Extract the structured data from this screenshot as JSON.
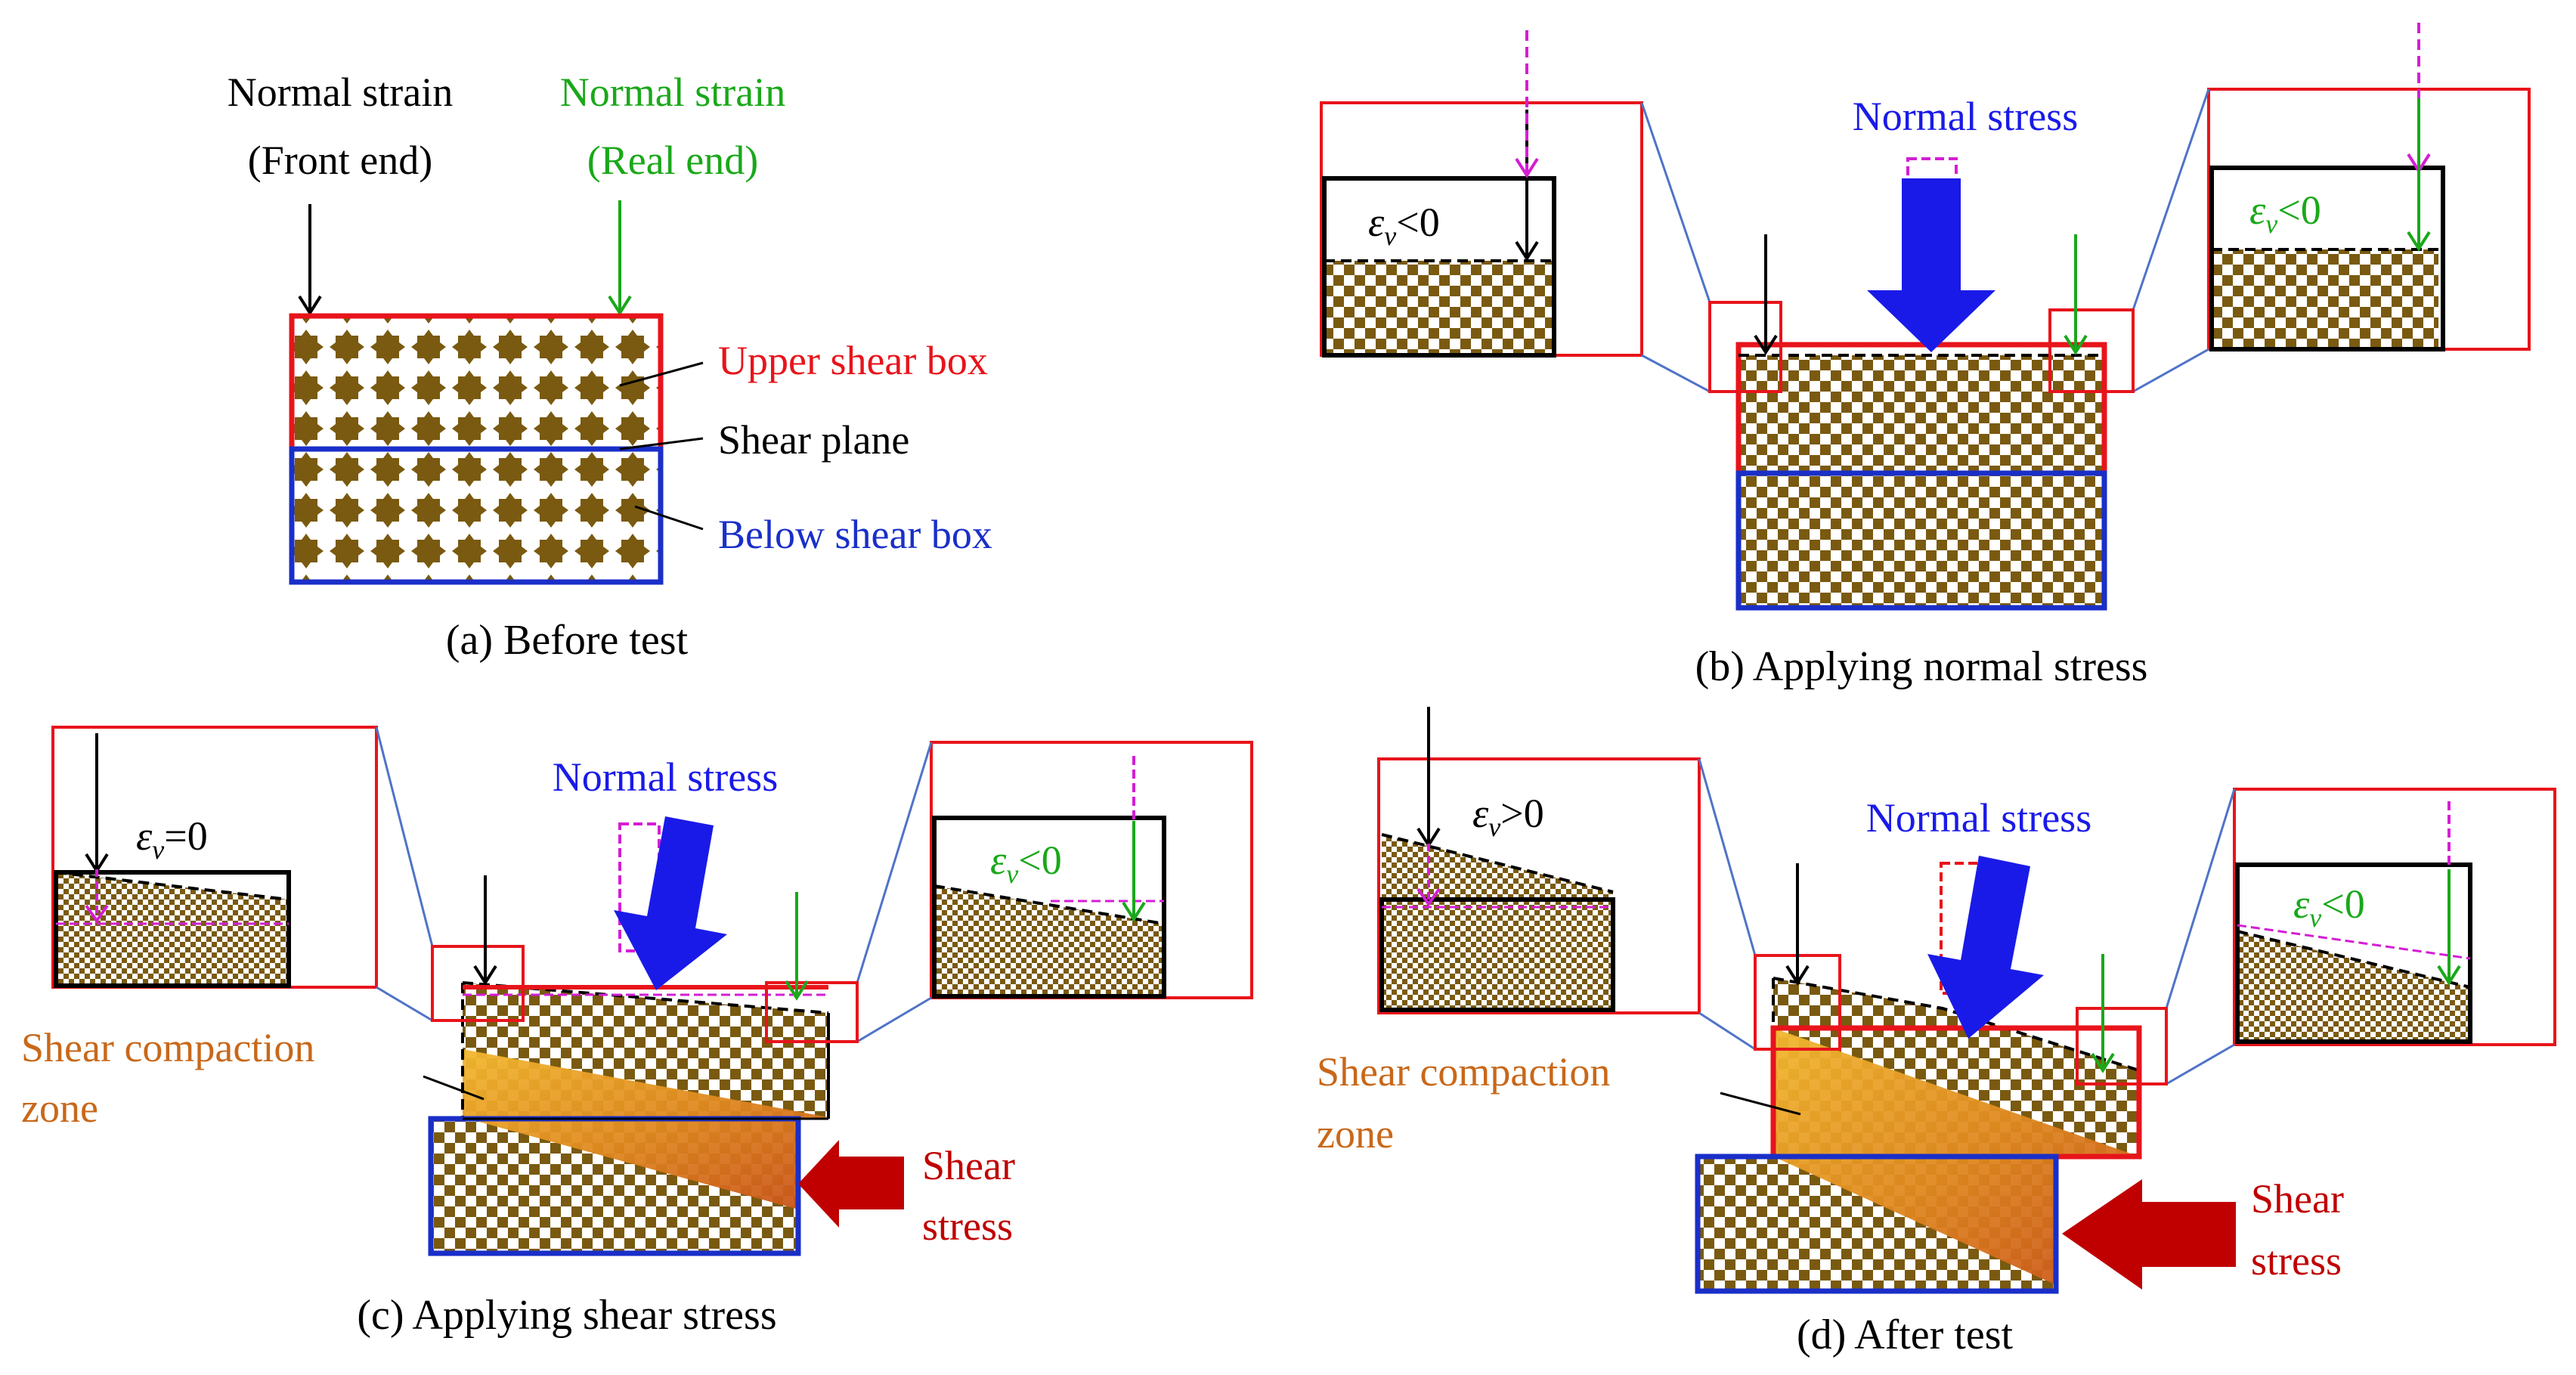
{
  "colors": {
    "upper_box": "#e8141b",
    "lower_box": "#1a2fc8",
    "soil_dark": "#7a5a10",
    "soil_light": "#ffffff",
    "normal_stress_arrow": "#1a1ae8",
    "shear_stress_arrow": "#c00000",
    "zoom_line": "#4f73c8",
    "green": "#1aa81a",
    "magenta": "#d41ed4",
    "orange_text": "#c8681a",
    "shear_text": "#c00000",
    "compaction_gradient": [
      "#e0a020",
      "#d05a10"
    ]
  },
  "panel_a": {
    "label_front_1": "Normal strain",
    "label_front_2": "(Front end)",
    "label_real_1": "Normal strain",
    "label_real_2": "(Real end)",
    "upper_box": "Upper shear box",
    "shear_plane": "Shear plane",
    "below_box": "Below shear box",
    "caption": "(a) Before test"
  },
  "panel_b": {
    "normal_stress": "Normal stress",
    "eps_left": "ε",
    "eps_left_sub": "v",
    "eps_left_rel": "<0",
    "eps_right": "ε",
    "eps_right_sub": "v",
    "eps_right_rel": "<0",
    "caption": "(b) Applying normal stress"
  },
  "panel_c": {
    "normal_stress": "Normal stress",
    "eps_left": "ε",
    "eps_left_sub": "v",
    "eps_left_rel": "=0",
    "eps_right": "ε",
    "eps_right_sub": "v",
    "eps_right_rel": "<0",
    "compaction_1": "Shear compaction",
    "compaction_2": "zone",
    "shear_1": "Shear",
    "shear_2": "stress",
    "caption": "(c) Applying shear stress"
  },
  "panel_d": {
    "normal_stress": "Normal stress",
    "eps_left": "ε",
    "eps_left_sub": "v",
    "eps_left_rel": ">0",
    "eps_right": "ε",
    "eps_right_sub": "v",
    "eps_right_rel": "<0",
    "compaction_1": "Shear compaction",
    "compaction_2": "zone",
    "shear_1": "Shear",
    "shear_2": "stress",
    "caption": "(d) After test"
  }
}
